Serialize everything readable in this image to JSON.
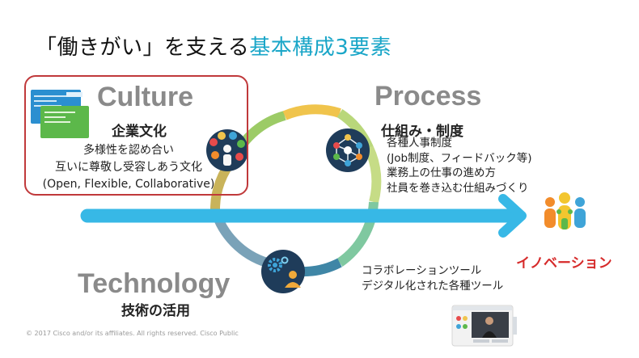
{
  "title": {
    "main": "「働きがい」を支える",
    "accent": "基本構成3要素"
  },
  "culture": {
    "heading": "Culture",
    "subheading": "企業文化",
    "lines": [
      "多様性を認め合い",
      "互いに尊敬し受容しあう文化",
      "(Open, Flexible, Collaborative)"
    ]
  },
  "process": {
    "heading": "Process",
    "subheading": "仕組み・制度",
    "lines": [
      "各種人事制度",
      "(Job制度、フィードバック等)",
      "業務上の仕事の進め方",
      "社員を巻き込む仕組みづくり"
    ]
  },
  "technology": {
    "heading": "Technology",
    "subheading": "技術の活用",
    "lines": [
      "コラボレーションツール",
      "デジタル化された各種ツール"
    ]
  },
  "innovation": {
    "label": "イノベーション"
  },
  "footer": {
    "text": "© 2017  Cisco and/or its affiliates. All rights reserved.    Cisco Public"
  },
  "colors": {
    "accent_blue": "#1aa6c8",
    "arrow_blue": "#37b8e6",
    "culture_border": "#c0393b",
    "innovation_red": "#d62b2b",
    "heading_gray": "#8a8a8a"
  }
}
